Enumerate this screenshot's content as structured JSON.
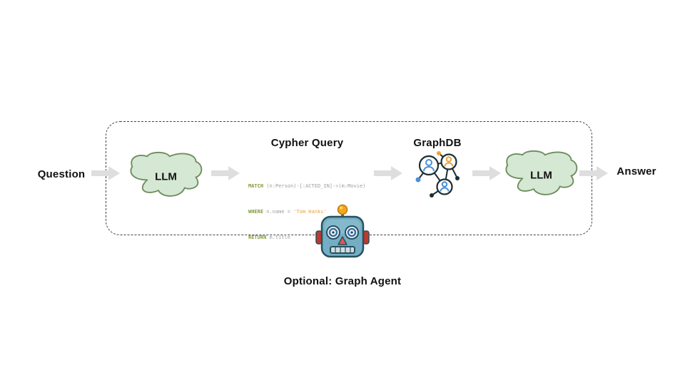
{
  "diagram": {
    "question_label": "Question",
    "answer_label": "Answer",
    "llm_left_label": "LLM",
    "llm_right_label": "LLM",
    "cypher_query_title": "Cypher Query",
    "graphdb_title": "GraphDB",
    "optional_label": "Optional: Graph Agent",
    "code": {
      "line1": {
        "kw": "MATCH ",
        "rest": "(n:Person)-[:ACTED_IN]->(m:Movie)"
      },
      "line2": {
        "kw": "WHERE ",
        "mid": "n.name = ",
        "str": "'Tom Hanks'"
      },
      "line3": {
        "kw": "RETURN ",
        "rest": "m.title"
      }
    },
    "colors": {
      "cloud_fill": "#d5e8d4",
      "cloud_stroke": "#6f8d5f",
      "arrow_fill": "#dedede",
      "keyword": "#7f9a39",
      "plain_code": "#9e9e9e",
      "string": "#e8a33d",
      "dashed_border": "#444444"
    },
    "icons": {
      "llm_cloud": "cloud-icon",
      "flow_arrow": "arrow-right-icon",
      "graphdb": "graph-network-icon",
      "agent": "robot-icon"
    }
  }
}
